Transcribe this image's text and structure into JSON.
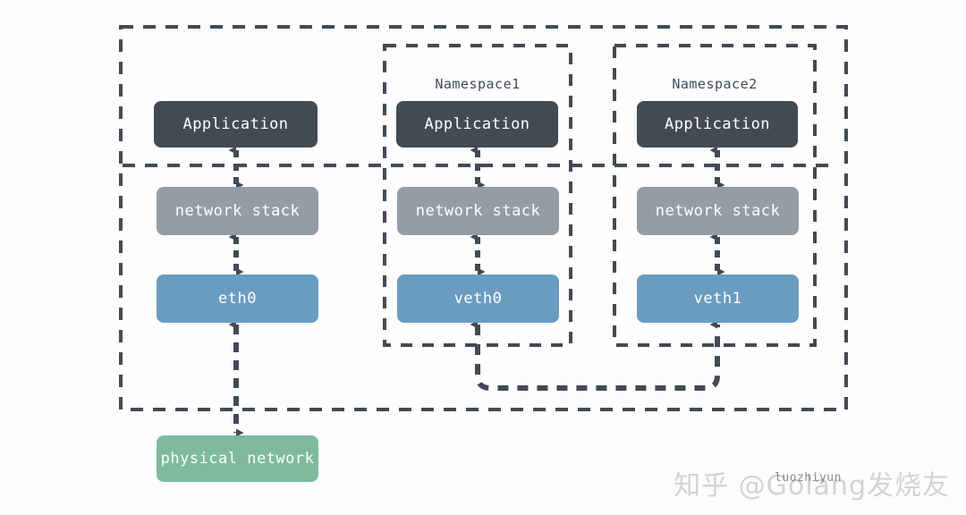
{
  "diagram": {
    "title": "Linux network namespace veth diagram",
    "colors": {
      "dark_slate": "#434a54",
      "gray_stack": "#949ca6",
      "blue_iface": "#6a9cc0",
      "green_physical": "#7fba9d",
      "dash_line": "#434a54",
      "background": "#fdfdfd"
    },
    "host_container": {
      "name": "host",
      "label": ""
    },
    "namespaces": [
      {
        "label": "Namespace1"
      },
      {
        "label": "Namespace2"
      }
    ],
    "columns": [
      {
        "id": "host-column",
        "nodes": [
          {
            "id": "app-host",
            "label": "Application",
            "kind": "app"
          },
          {
            "id": "stack-host",
            "label": "network stack",
            "kind": "stack"
          },
          {
            "id": "eth0",
            "label": "eth0",
            "kind": "iface"
          }
        ]
      },
      {
        "id": "namespace1-column",
        "nodes": [
          {
            "id": "app-ns1",
            "label": "Application",
            "kind": "app"
          },
          {
            "id": "stack-ns1",
            "label": "network stack",
            "kind": "stack"
          },
          {
            "id": "veth0",
            "label": "veth0",
            "kind": "iface"
          }
        ]
      },
      {
        "id": "namespace2-column",
        "nodes": [
          {
            "id": "app-ns2",
            "label": "Application",
            "kind": "app"
          },
          {
            "id": "stack-ns2",
            "label": "network stack",
            "kind": "stack"
          },
          {
            "id": "veth1",
            "label": "veth1",
            "kind": "iface"
          }
        ]
      }
    ],
    "physical": {
      "id": "physical-network",
      "label": "physical network",
      "kind": "physical"
    },
    "connections": [
      {
        "from": "app-host",
        "to": "stack-host",
        "style": "dashed",
        "arrows": "both"
      },
      {
        "from": "stack-host",
        "to": "eth0",
        "style": "dashed",
        "arrows": "both"
      },
      {
        "from": "eth0",
        "to": "physical-network",
        "style": "dashed",
        "arrows": "both"
      },
      {
        "from": "app-ns1",
        "to": "stack-ns1",
        "style": "dashed",
        "arrows": "both"
      },
      {
        "from": "stack-ns1",
        "to": "veth0",
        "style": "dashed",
        "arrows": "both"
      },
      {
        "from": "app-ns2",
        "to": "stack-ns2",
        "style": "dashed",
        "arrows": "both"
      },
      {
        "from": "stack-ns2",
        "to": "veth1",
        "style": "dashed",
        "arrows": "both"
      },
      {
        "from": "veth0",
        "to": "veth1",
        "style": "dashed",
        "arrows": "both",
        "routing": "u-shape"
      }
    ]
  },
  "watermark": {
    "text": "知乎 @Golang发烧友",
    "sub": "luozhiyun"
  }
}
